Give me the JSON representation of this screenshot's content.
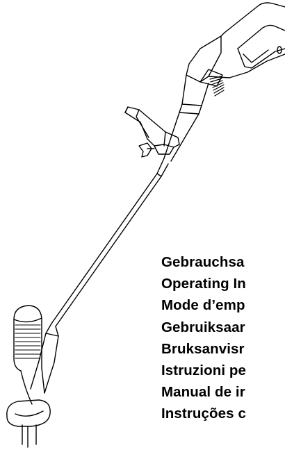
{
  "cover": {
    "colors": {
      "ink": "#000000",
      "paper": "#ffffff"
    },
    "illustration": "string-trimmer-line-drawing",
    "titles": [
      "Gebrauchsa",
      "Operating In",
      "Mode d’emp",
      "Gebruiksaar",
      "Bruksanvisr",
      "Istruzioni pe",
      "Manual de ir",
      "Instruções c"
    ]
  }
}
